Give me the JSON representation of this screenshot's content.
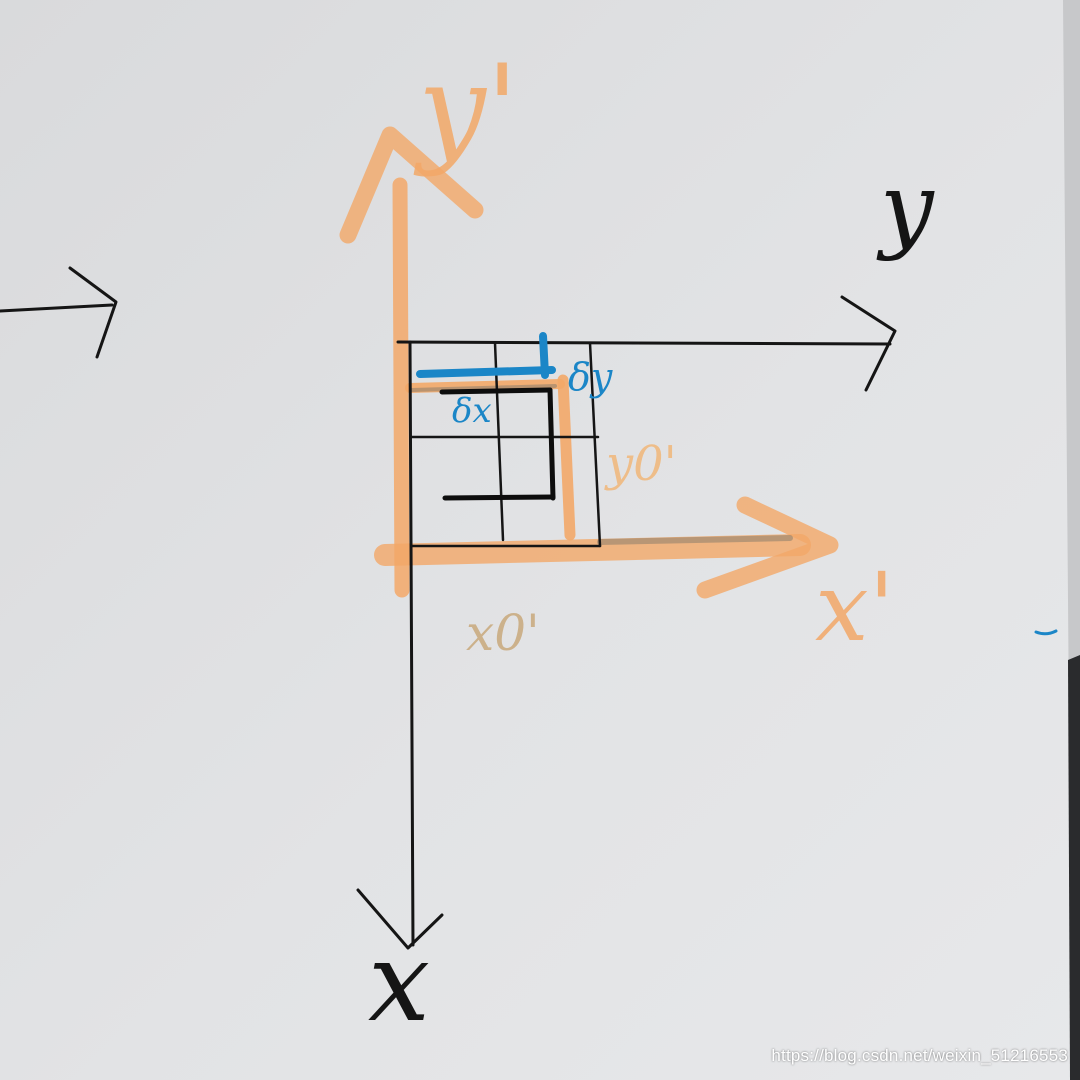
{
  "labels": {
    "axis_x": "x",
    "axis_y": "y",
    "axis_x_prime": "x'",
    "axis_y_prime": "y'",
    "offset_x0": "x0'",
    "offset_y0": "y0'",
    "delta_x": "δx",
    "delta_y": "δy"
  },
  "watermark": "https://blog.csdn.net/weixin_51216553",
  "colors": {
    "paper": "#dfe0e2",
    "ink": "#151515",
    "orange": "#f3a868",
    "blue": "#1b86c7",
    "tan": "#c9a97c"
  }
}
